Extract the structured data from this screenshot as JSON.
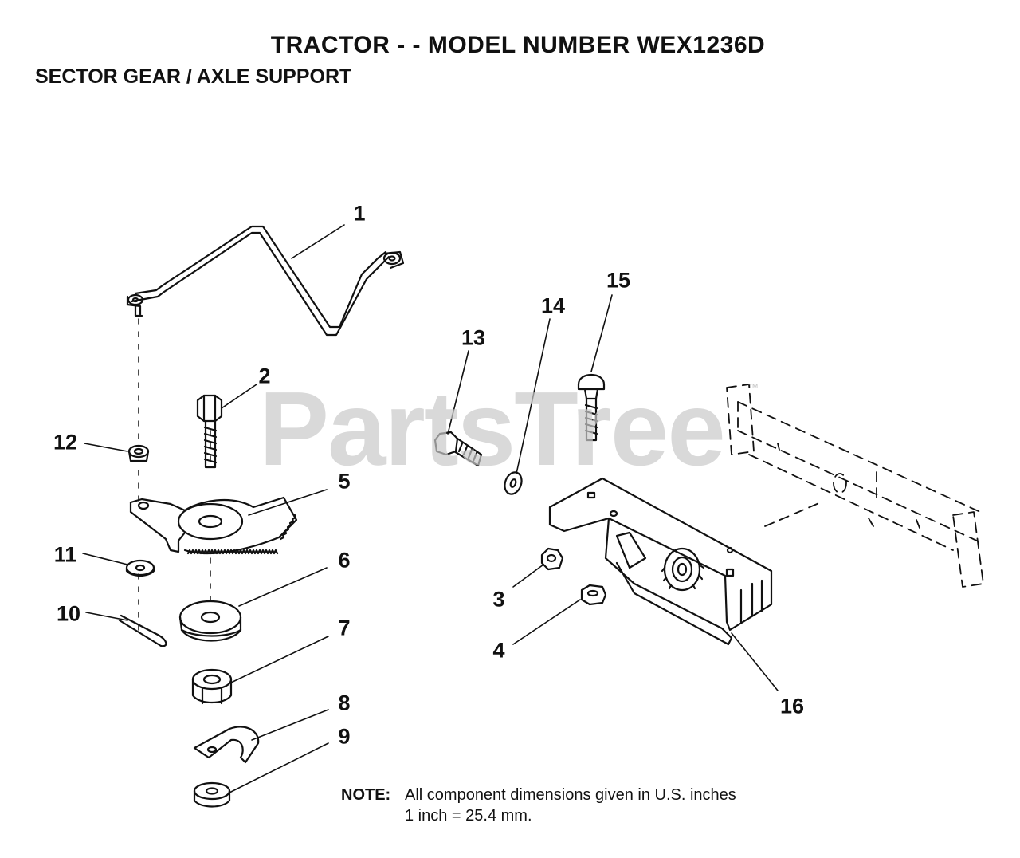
{
  "header": {
    "title": "TRACTOR - - MODEL NUMBER WEX1236D",
    "subtitle": "SECTOR GEAR / AXLE SUPPORT"
  },
  "watermark": {
    "text": "PartsTree",
    "mark": "™"
  },
  "callouts": [
    {
      "label": "1",
      "part": "drag-link"
    },
    {
      "label": "2",
      "part": "hex-bolt"
    },
    {
      "label": "3",
      "part": "hex-nut"
    },
    {
      "label": "4",
      "part": "hex-nut"
    },
    {
      "label": "5",
      "part": "sector-gear"
    },
    {
      "label": "6",
      "part": "pinion-washer"
    },
    {
      "label": "7",
      "part": "lock-nut"
    },
    {
      "label": "8",
      "part": "clamp"
    },
    {
      "label": "9",
      "part": "nut"
    },
    {
      "label": "10",
      "part": "cotter-pin"
    },
    {
      "label": "11",
      "part": "washer"
    },
    {
      "label": "12",
      "part": "bushing"
    },
    {
      "label": "13",
      "part": "bolt"
    },
    {
      "label": "14",
      "part": "washer"
    },
    {
      "label": "15",
      "part": "carriage-bolt"
    },
    {
      "label": "16",
      "part": "axle-support"
    }
  ],
  "note": {
    "label": "NOTE:",
    "line1": "All component dimensions given in U.S. inches",
    "line2": "1 inch = 25.4 mm."
  },
  "colors": {
    "ink": "#111111",
    "watermark": "#c9c9c9"
  }
}
